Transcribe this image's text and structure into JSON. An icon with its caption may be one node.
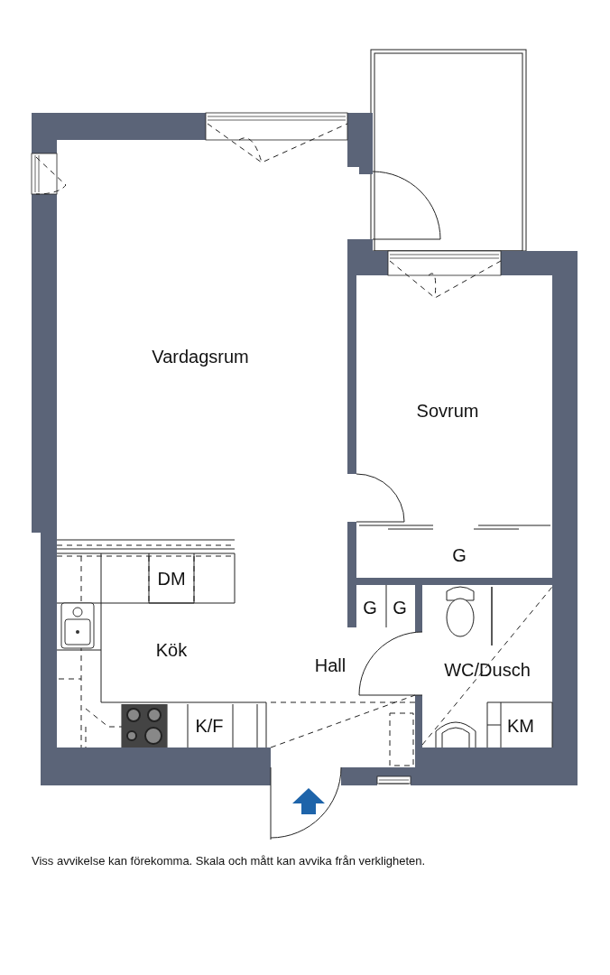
{
  "diagram": {
    "caption": "Viss avvikelse kan förekomma. Skala och mått kan avvika från verkligheten.",
    "labels": [
      "Vardagsrum",
      "Sovrum",
      "G",
      "DM",
      "G",
      "G",
      "Kök",
      "Hall",
      "WC/Dusch",
      "K/F",
      "KM"
    ]
  }
}
